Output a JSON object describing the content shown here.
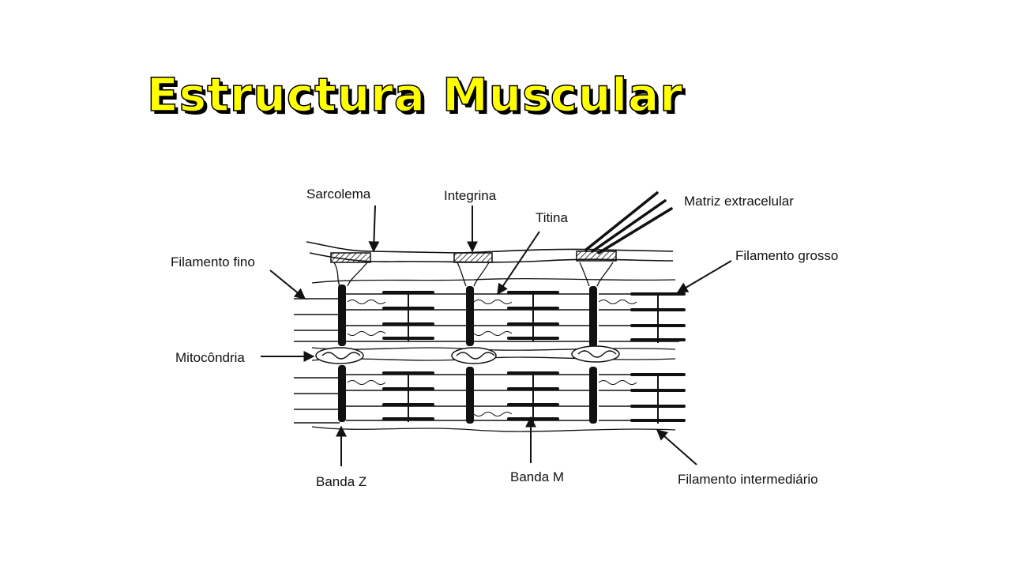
{
  "title": "Estructura Muscular",
  "diagram": {
    "labels": {
      "sarcolema": "Sarcolema",
      "integrina": "Integrina",
      "titina": "Titina",
      "matriz": "Matriz extracelular",
      "filamento_fino": "Filamento fino",
      "filamento_grosso": "Filamento grosso",
      "mitocondria": "Mitocôndria",
      "banda_z": "Banda Z",
      "banda_m": "Banda M",
      "filamento_intermediario": "Filamento intermediário"
    },
    "colors": {
      "title_fill": "#ffff00",
      "title_outline": "#000000",
      "ink": "#111111"
    }
  }
}
